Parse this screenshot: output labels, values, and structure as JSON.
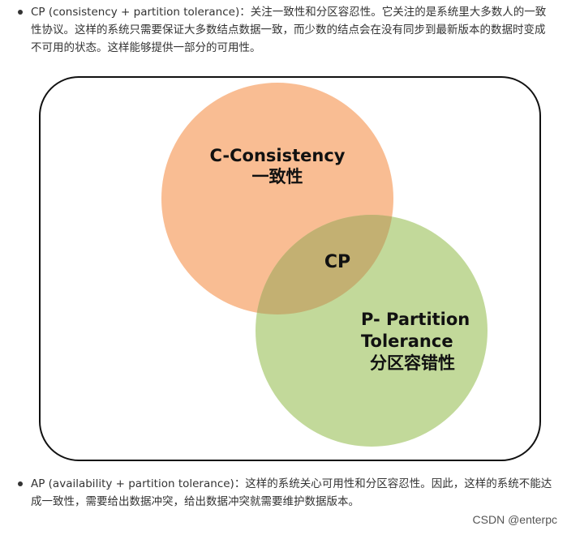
{
  "bullets": {
    "cp": {
      "label": "CP (consistency + partition tolerance)",
      "text": "：关注一致性和分区容忍性。它关注的是系统里大多数人的一致性协议。这样的系统只需要保证大多数结点数据一致，而少数的结点会在没有同步到最新版本的数据时变成不可用的状态。这样能够提供一部分的可用性。"
    },
    "ap": {
      "label": "AP (availability + partition tolerance)",
      "text": "：这样的系统关心可用性和分区容忍性。因此，这样的系统不能达成一致性，需要给出数据冲突，给出数据冲突就需要维护数据版本。"
    }
  },
  "diagram": {
    "consistency_en": "C-Consistency",
    "consistency_cn": "一致性",
    "intersection": "CP",
    "partition_line1": "P- Partition",
    "partition_line2": "Tolerance",
    "partition_cn": "分区容错性",
    "colors": {
      "consistency_circle": "#f9bd93",
      "partition_circle": "#c2d99a",
      "overlap": "#c3b072",
      "frame": "#111111"
    }
  },
  "watermark": "CSDN @enterpc"
}
